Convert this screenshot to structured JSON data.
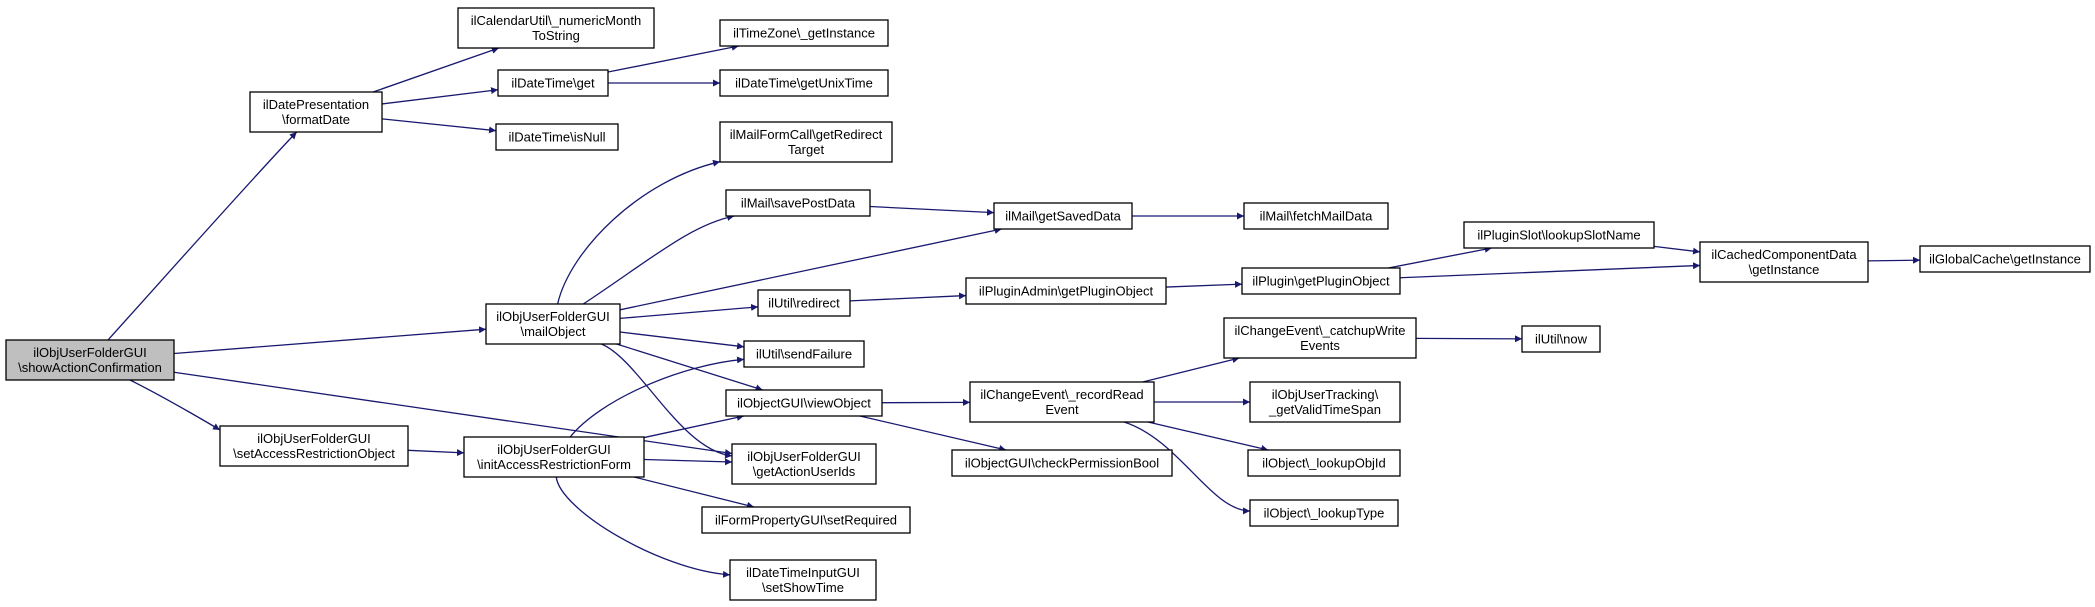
{
  "colors": {
    "edge": "#191970",
    "node_fill": "#ffffff",
    "root_fill": "#bfbfbf",
    "border": "#000000"
  },
  "nodes": [
    {
      "id": "showAction",
      "lines": [
        "ilObjUserFolderGUI",
        "\\showActionConfirmation"
      ],
      "root": true
    },
    {
      "id": "formatDate",
      "lines": [
        "ilDatePresentation",
        "\\formatDate"
      ]
    },
    {
      "id": "numericMonth",
      "lines": [
        "ilCalendarUtil\\_numericMonth",
        "ToString"
      ]
    },
    {
      "id": "dtGet",
      "lines": [
        "ilDateTime\\get"
      ]
    },
    {
      "id": "tzGetInstance",
      "lines": [
        "ilTimeZone\\_getInstance"
      ]
    },
    {
      "id": "unixTime",
      "lines": [
        "ilDateTime\\getUnixTime"
      ]
    },
    {
      "id": "isNull",
      "lines": [
        "ilDateTime\\isNull"
      ]
    },
    {
      "id": "redirectTarget",
      "lines": [
        "ilMailFormCall\\getRedirect",
        "Target"
      ]
    },
    {
      "id": "savePostData",
      "lines": [
        "ilMail\\savePostData"
      ]
    },
    {
      "id": "getSavedData",
      "lines": [
        "ilMail\\getSavedData"
      ]
    },
    {
      "id": "fetchMailData",
      "lines": [
        "ilMail\\fetchMailData"
      ]
    },
    {
      "id": "mailObject",
      "lines": [
        "ilObjUserFolderGUI",
        "\\mailObject"
      ]
    },
    {
      "id": "redirect",
      "lines": [
        "ilUtil\\redirect"
      ]
    },
    {
      "id": "pluginAdmin",
      "lines": [
        "ilPluginAdmin\\getPluginObject"
      ]
    },
    {
      "id": "pluginObj",
      "lines": [
        "ilPlugin\\getPluginObject"
      ]
    },
    {
      "id": "slotName",
      "lines": [
        "ilPluginSlot\\lookupSlotName"
      ]
    },
    {
      "id": "cachedComp",
      "lines": [
        "ilCachedComponentData",
        "\\getInstance"
      ]
    },
    {
      "id": "globalCache",
      "lines": [
        "ilGlobalCache\\getInstance"
      ]
    },
    {
      "id": "sendFailure",
      "lines": [
        "ilUtil\\sendFailure"
      ]
    },
    {
      "id": "catchupWrite",
      "lines": [
        "ilChangeEvent\\_catchupWrite",
        "Events"
      ]
    },
    {
      "id": "utilNow",
      "lines": [
        "ilUtil\\now"
      ]
    },
    {
      "id": "viewObject",
      "lines": [
        "ilObjectGUI\\viewObject"
      ]
    },
    {
      "id": "recordRead",
      "lines": [
        "ilChangeEvent\\_recordRead",
        "Event"
      ]
    },
    {
      "id": "validTime",
      "lines": [
        "ilObjUserTracking\\",
        "_getValidTimeSpan"
      ]
    },
    {
      "id": "setAccess",
      "lines": [
        "ilObjUserFolderGUI",
        "\\setAccessRestrictionObject"
      ]
    },
    {
      "id": "initAccess",
      "lines": [
        "ilObjUserFolderGUI",
        "\\initAccessRestrictionForm"
      ]
    },
    {
      "id": "actionUserIds",
      "lines": [
        "ilObjUserFolderGUI",
        "\\getActionUserIds"
      ]
    },
    {
      "id": "checkPerm",
      "lines": [
        "ilObjectGUI\\checkPermissionBool"
      ]
    },
    {
      "id": "lookupObjId",
      "lines": [
        "ilObject\\_lookupObjId"
      ]
    },
    {
      "id": "setRequired",
      "lines": [
        "ilFormPropertyGUI\\setRequired"
      ]
    },
    {
      "id": "lookupType",
      "lines": [
        "ilObject\\_lookupType"
      ]
    },
    {
      "id": "setShowTime",
      "lines": [
        "ilDateTimeInputGUI",
        "\\setShowTime"
      ]
    }
  ],
  "edges": [
    [
      "showAction",
      "formatDate"
    ],
    [
      "showAction",
      "mailObject"
    ],
    [
      "showAction",
      "setAccess"
    ],
    [
      "showAction",
      "actionUserIds"
    ],
    [
      "formatDate",
      "numericMonth"
    ],
    [
      "formatDate",
      "dtGet"
    ],
    [
      "formatDate",
      "isNull"
    ],
    [
      "dtGet",
      "tzGetInstance"
    ],
    [
      "dtGet",
      "unixTime"
    ],
    [
      "mailObject",
      "redirectTarget"
    ],
    [
      "mailObject",
      "savePostData"
    ],
    [
      "mailObject",
      "getSavedData"
    ],
    [
      "mailObject",
      "redirect"
    ],
    [
      "mailObject",
      "sendFailure"
    ],
    [
      "mailObject",
      "viewObject"
    ],
    [
      "mailObject",
      "actionUserIds"
    ],
    [
      "savePostData",
      "getSavedData"
    ],
    [
      "getSavedData",
      "fetchMailData"
    ],
    [
      "redirect",
      "pluginAdmin"
    ],
    [
      "pluginAdmin",
      "pluginObj"
    ],
    [
      "pluginObj",
      "slotName"
    ],
    [
      "pluginObj",
      "cachedComp"
    ],
    [
      "slotName",
      "cachedComp"
    ],
    [
      "cachedComp",
      "globalCache"
    ],
    [
      "catchupWrite",
      "utilNow"
    ],
    [
      "viewObject",
      "recordRead"
    ],
    [
      "viewObject",
      "checkPerm"
    ],
    [
      "recordRead",
      "catchupWrite"
    ],
    [
      "recordRead",
      "validTime"
    ],
    [
      "recordRead",
      "lookupObjId"
    ],
    [
      "recordRead",
      "lookupType"
    ],
    [
      "setAccess",
      "initAccess"
    ],
    [
      "initAccess",
      "sendFailure"
    ],
    [
      "initAccess",
      "viewObject"
    ],
    [
      "initAccess",
      "actionUserIds"
    ],
    [
      "initAccess",
      "setRequired"
    ],
    [
      "initAccess",
      "setShowTime"
    ]
  ]
}
